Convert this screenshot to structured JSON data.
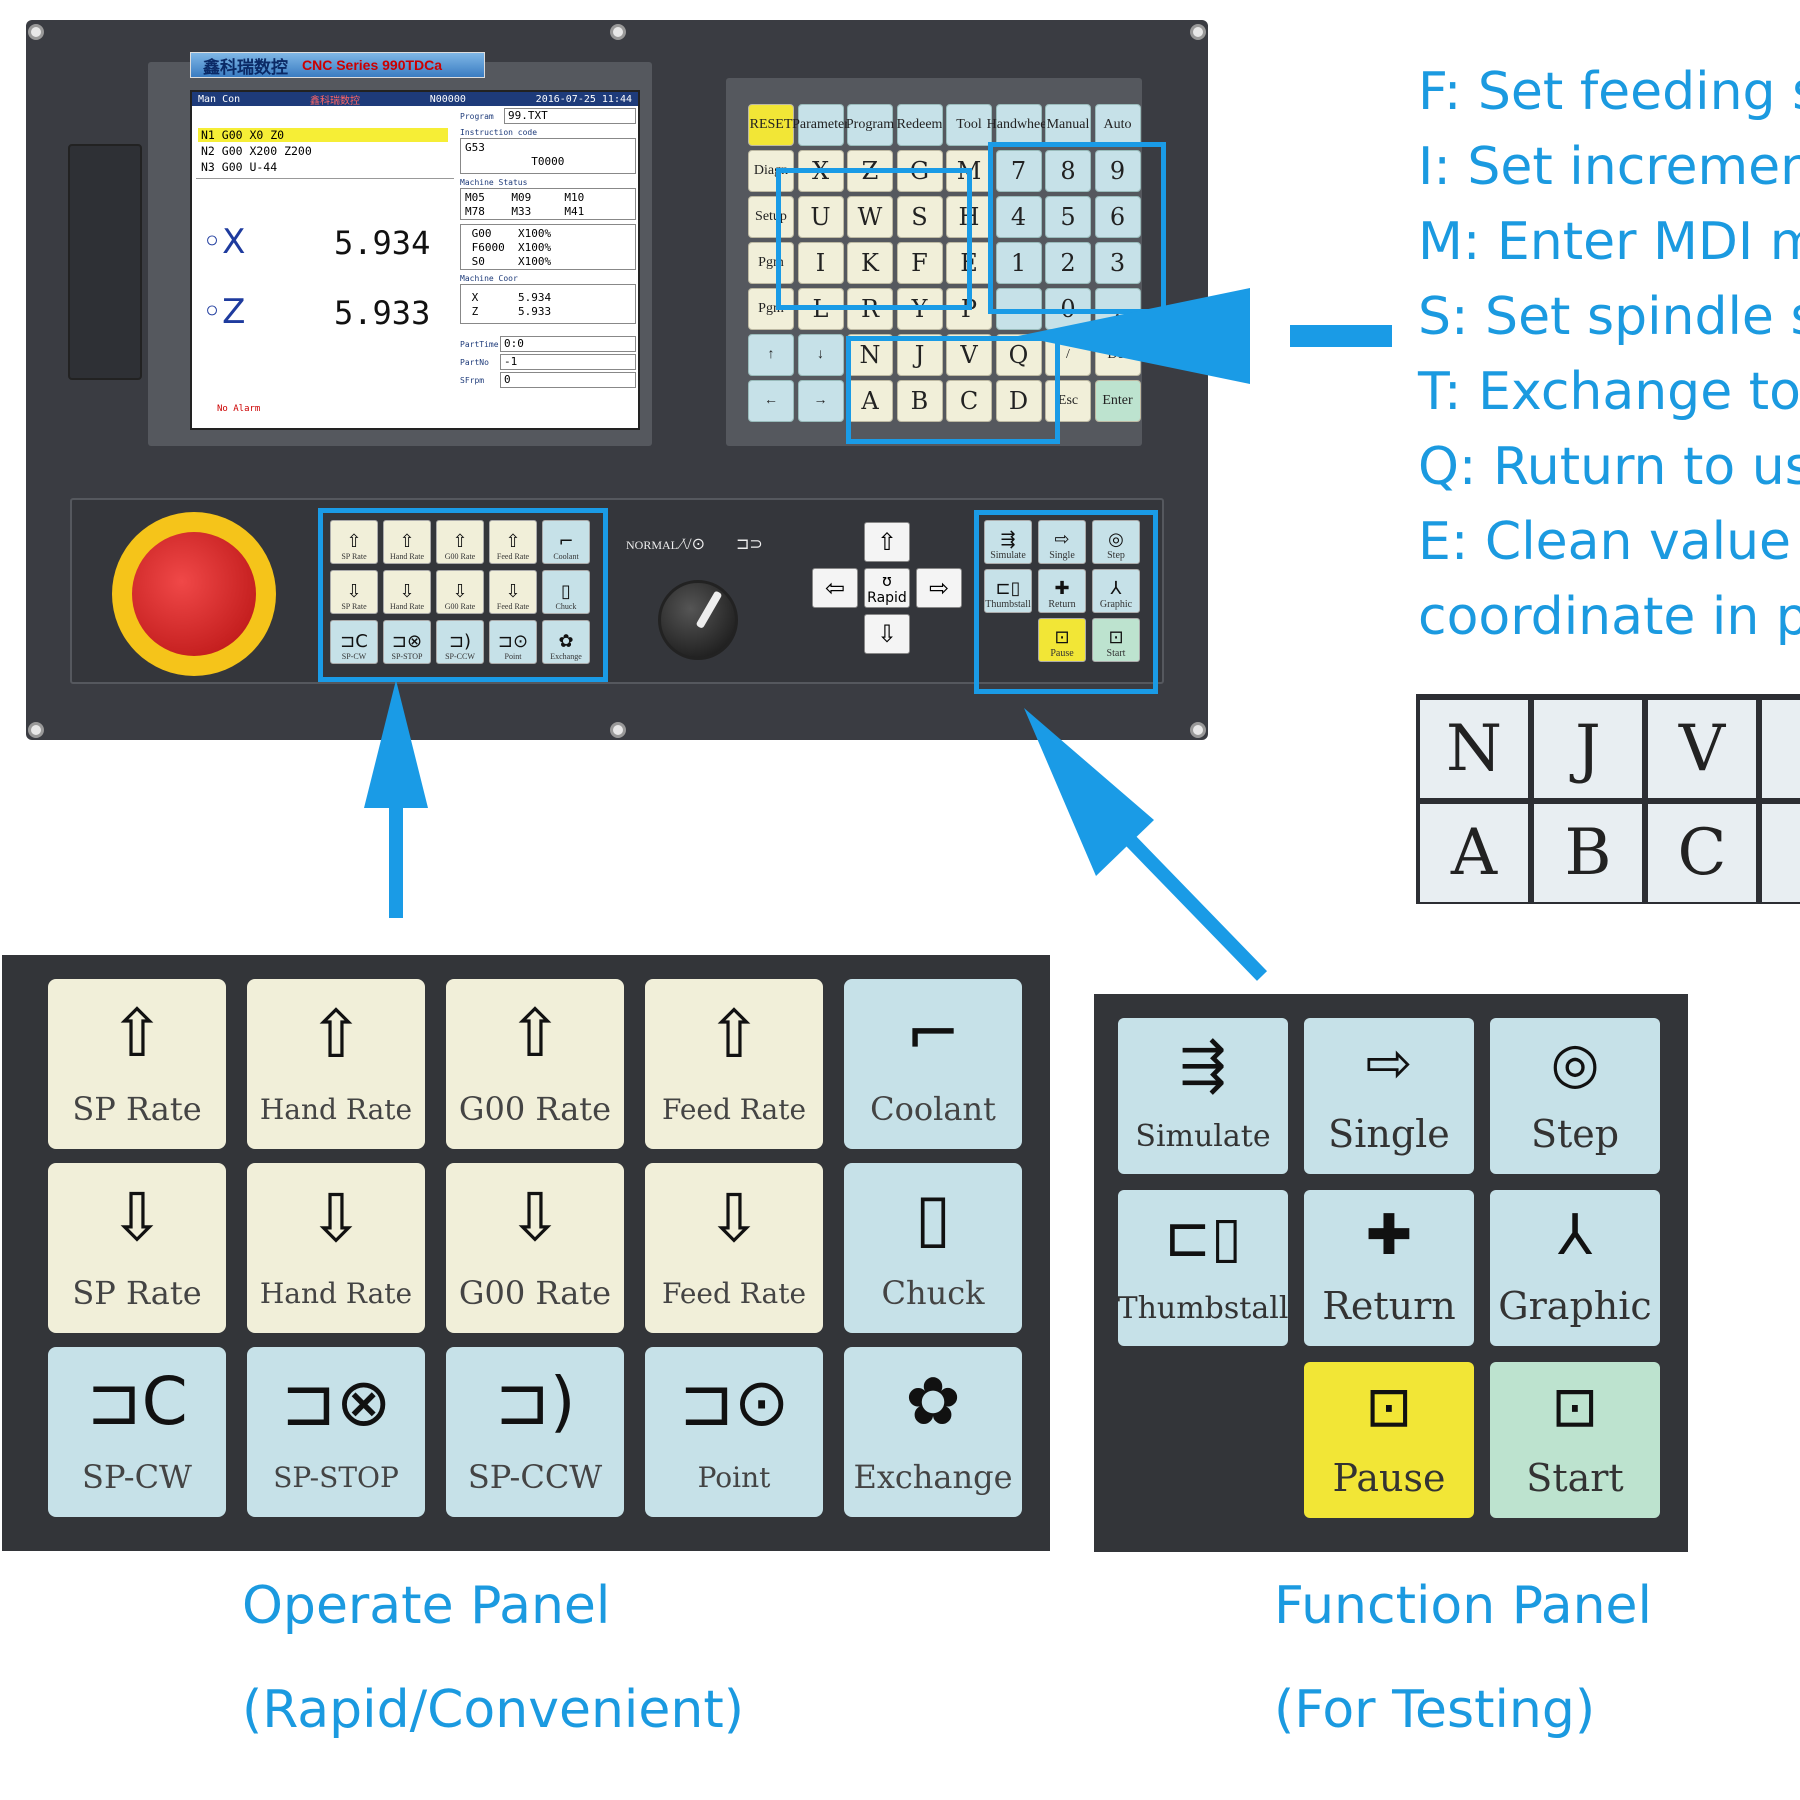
{
  "brand": {
    "cn": "鑫科瑞数控",
    "series": "CNC Series 990TDCa"
  },
  "screen": {
    "mode": "Man Con",
    "brand_small": "鑫科瑞数控",
    "block": "N00000",
    "datetime": "2016-07-25  11:44",
    "program_lines": [
      "N1 G00 X0 Z0",
      "N2 G00 X200 Z200",
      "N3 G00 U-44"
    ],
    "axes": [
      {
        "name": "X",
        "value": "5.934"
      },
      {
        "name": "Z",
        "value": "5.933"
      }
    ],
    "program_label": "Program",
    "program_file": "99.TXT",
    "instruction_label": "Instruction code",
    "instruction": "G53\n          T0000",
    "machine_status_label": "Machine Status",
    "machine_status": "M05    M09     M10\nM78    M33     M41",
    "rates": " G00    X100%\n F6000  X100%\n S0     X100%",
    "machine_coor_label": "Machine Coor",
    "machine_coor": " X      5.934\n Z      5.933",
    "parttime_label": "PartTime",
    "parttime": "0:0",
    "partno_label": "PartNo",
    "partno": "-1",
    "sfrpm_label": "SFrpm",
    "sfrpm": "0",
    "alarm": "No Alarm"
  },
  "keypad": {
    "row1": [
      "RESET",
      "Parameter",
      "Program",
      "Redeem",
      "Tool",
      "Handwheel",
      "Manual",
      "Auto"
    ],
    "row2": [
      "Diagn",
      "X",
      "Z",
      "G",
      "M",
      "7",
      "8",
      "9"
    ],
    "row3": [
      "Setup",
      "U",
      "W",
      "S",
      "H",
      "4",
      "5",
      "6"
    ],
    "row4": [
      "Pgm",
      "I",
      "K",
      "F",
      "E",
      "1",
      "2",
      "3"
    ],
    "row5": [
      "Pgm",
      "L",
      "R",
      "Y",
      "P",
      "-",
      "0",
      "."
    ],
    "row6": [
      "↑",
      "↓",
      "N",
      "J",
      "V",
      "Q",
      "/",
      "Del"
    ],
    "row7": [
      "←",
      "→",
      "A",
      "B",
      "C",
      "D",
      "Esc",
      "Enter"
    ]
  },
  "operate_panel": {
    "row1": [
      "SP Rate",
      "Hand Rate",
      "G00 Rate",
      "Feed Rate",
      "Coolant"
    ],
    "row2": [
      "SP Rate",
      "Hand Rate",
      "G00 Rate",
      "Feed Rate",
      "Chuck"
    ],
    "row3": [
      "SP-CW",
      "SP-STOP",
      "SP-CCW",
      "Point",
      "Exchange"
    ]
  },
  "knob": {
    "normal": "NORMAL"
  },
  "jog": {
    "center": "Rapid"
  },
  "function_panel": {
    "row1": [
      "Simulate",
      "Single",
      "Step"
    ],
    "row2": [
      "Thumbstall",
      "Return",
      "Graphic"
    ],
    "row3": [
      "Pause",
      "Start"
    ]
  },
  "descriptions": [
    "F: Set feeding s",
    "I: Set incremen",
    "M: Enter MDI m",
    "S: Set spindle s",
    "T: Exchange to",
    "Q: Ruturn to us",
    "E: Clean value",
    "coordinate in p"
  ],
  "zoom_keys": {
    "row1": [
      "N",
      "J",
      "V"
    ],
    "row2": [
      "A",
      "B",
      "C"
    ]
  },
  "big_operate": {
    "row1": [
      "SP Rate",
      "Hand Rate",
      "G00 Rate",
      "Feed Rate",
      "Coolant"
    ],
    "row2": [
      "SP Rate",
      "Hand Rate",
      "G00 Rate",
      "Feed Rate",
      "Chuck"
    ],
    "row3": [
      "SP-CW",
      "SP-STOP",
      "SP-CCW",
      "Point",
      "Exchange"
    ]
  },
  "big_function": {
    "row1": [
      "Simulate",
      "Single",
      "Step"
    ],
    "row2": [
      "Thumbstall",
      "Return",
      "Graphic"
    ],
    "row3": [
      "Pause",
      "Start"
    ]
  },
  "captions": {
    "operate_title": "Operate Panel",
    "operate_sub": "(Rapid/Convenient)",
    "function_title": "Function Panel",
    "function_sub": "(For Testing)"
  },
  "colors": {
    "accent": "#1b9ae0",
    "panel": "#3a3c42",
    "key_cream": "#f1efd9",
    "key_blue": "#c6e1e8",
    "key_yellow": "#f2e636",
    "key_green": "#bde3cf"
  }
}
